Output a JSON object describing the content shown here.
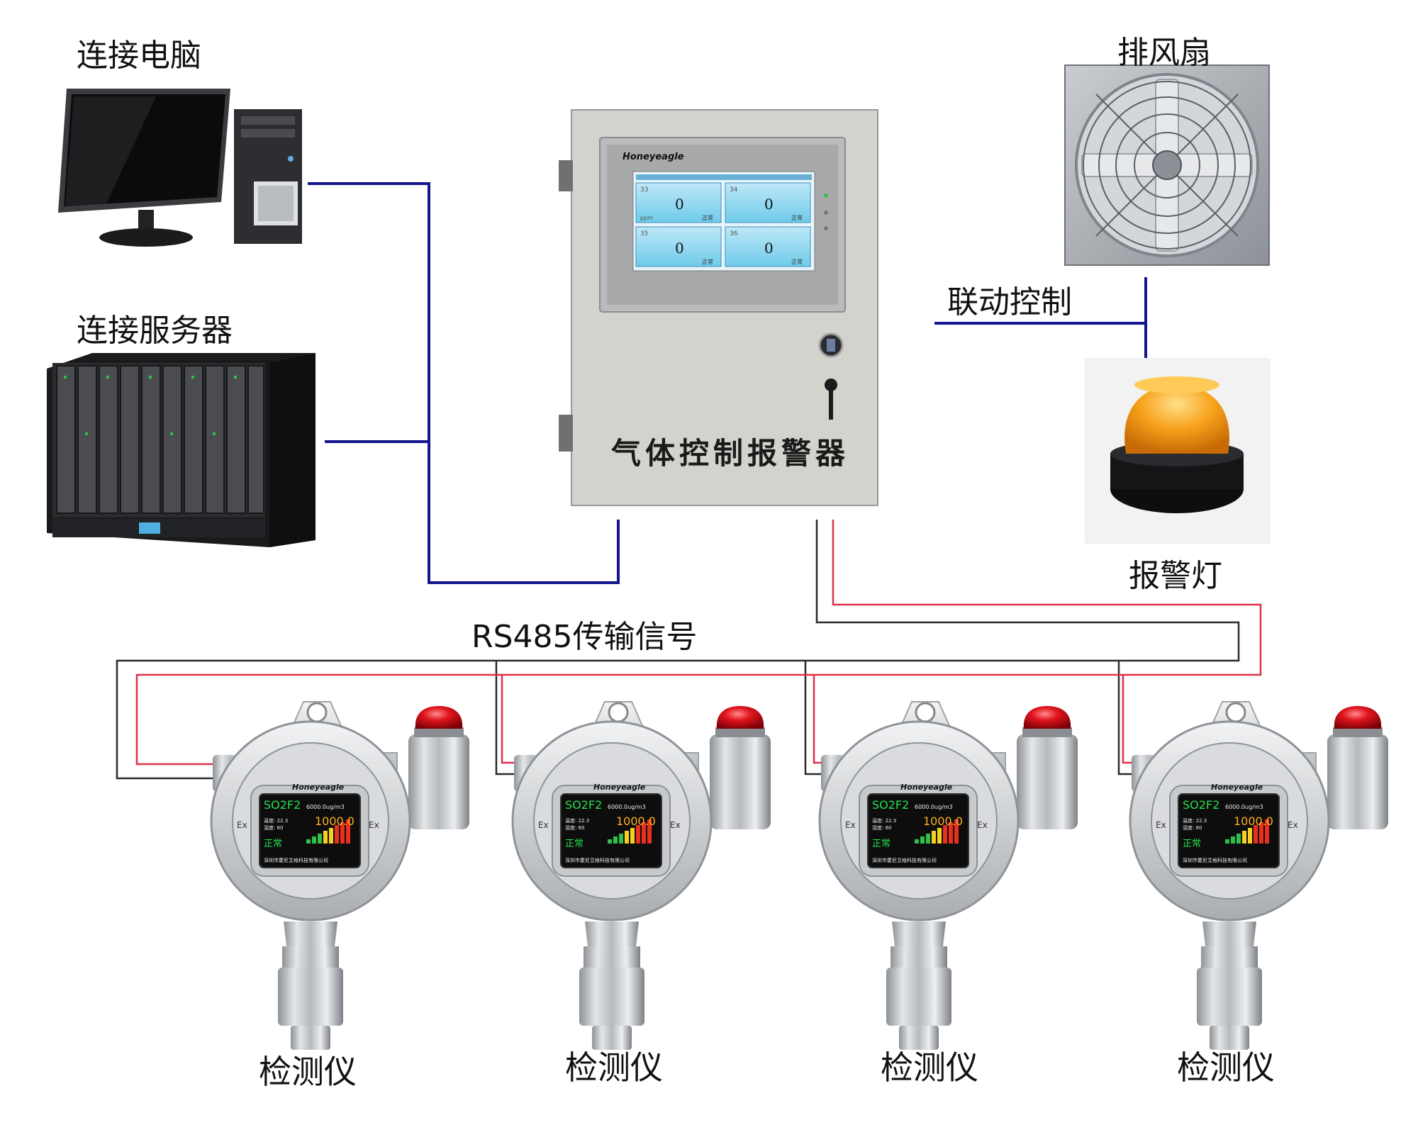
{
  "labels": {
    "computer": "连接电脑",
    "server": "连接服务器",
    "fan": "排风扇",
    "linkage": "联动控制",
    "alarm_light": "报警灯",
    "rs485": "RS485传输信号",
    "controller": "气体控制报警器"
  },
  "controller_screen": {
    "brand": "Honeyeagle",
    "channels": [
      {
        "id": "33",
        "value": "0",
        "unit": "ppm",
        "status": "正常"
      },
      {
        "id": "34",
        "value": "0",
        "unit": "",
        "status": "正常"
      },
      {
        "id": "35",
        "value": "0",
        "unit": "",
        "status": "正常"
      },
      {
        "id": "36",
        "value": "0",
        "unit": "",
        "status": "正常"
      }
    ]
  },
  "detectors": [
    {
      "label": "检测仪",
      "brand": "Honeyeagle",
      "gas": "SO2F2",
      "range": "6000.0ug/m3",
      "temp": "温度: 22.3",
      "humidity": "湿度: 60",
      "reading": "1000.0",
      "status": "正常",
      "maker": "深圳市霍尼艾格科技有限公司",
      "ex": "Ex"
    },
    {
      "label": "检测仪",
      "brand": "Honeyeagle",
      "gas": "SO2F2",
      "range": "6000.0ug/m3",
      "temp": "温度: 22.3",
      "humidity": "湿度: 60",
      "reading": "1000.0",
      "status": "正常",
      "maker": "深圳市霍尼艾格科技有限公司",
      "ex": "Ex"
    },
    {
      "label": "检测仪",
      "brand": "Honeyeagle",
      "gas": "SO2F2",
      "range": "6000.0ug/m3",
      "temp": "温度: 22.3",
      "humidity": "湿度: 60",
      "reading": "1000.0",
      "status": "正常",
      "maker": "深圳市霍尼艾格科技有限公司",
      "ex": "Ex"
    },
    {
      "label": "检测仪",
      "brand": "Honeyeagle",
      "gas": "SO2F2",
      "range": "6000.0ug/m3",
      "temp": "温度: 22.3",
      "humidity": "湿度: 60",
      "reading": "1000.0",
      "status": "正常",
      "maker": "深圳市霍尼艾格科技有限公司",
      "ex": "Ex"
    }
  ],
  "colors": {
    "network_line": "#14148c",
    "signal_line": "#e0304a",
    "bus_line": "#2a2a2a",
    "cabinet": "#d4d2cc",
    "alarm_amber": "#f39a1c",
    "beacon_red": "#d0101a"
  }
}
